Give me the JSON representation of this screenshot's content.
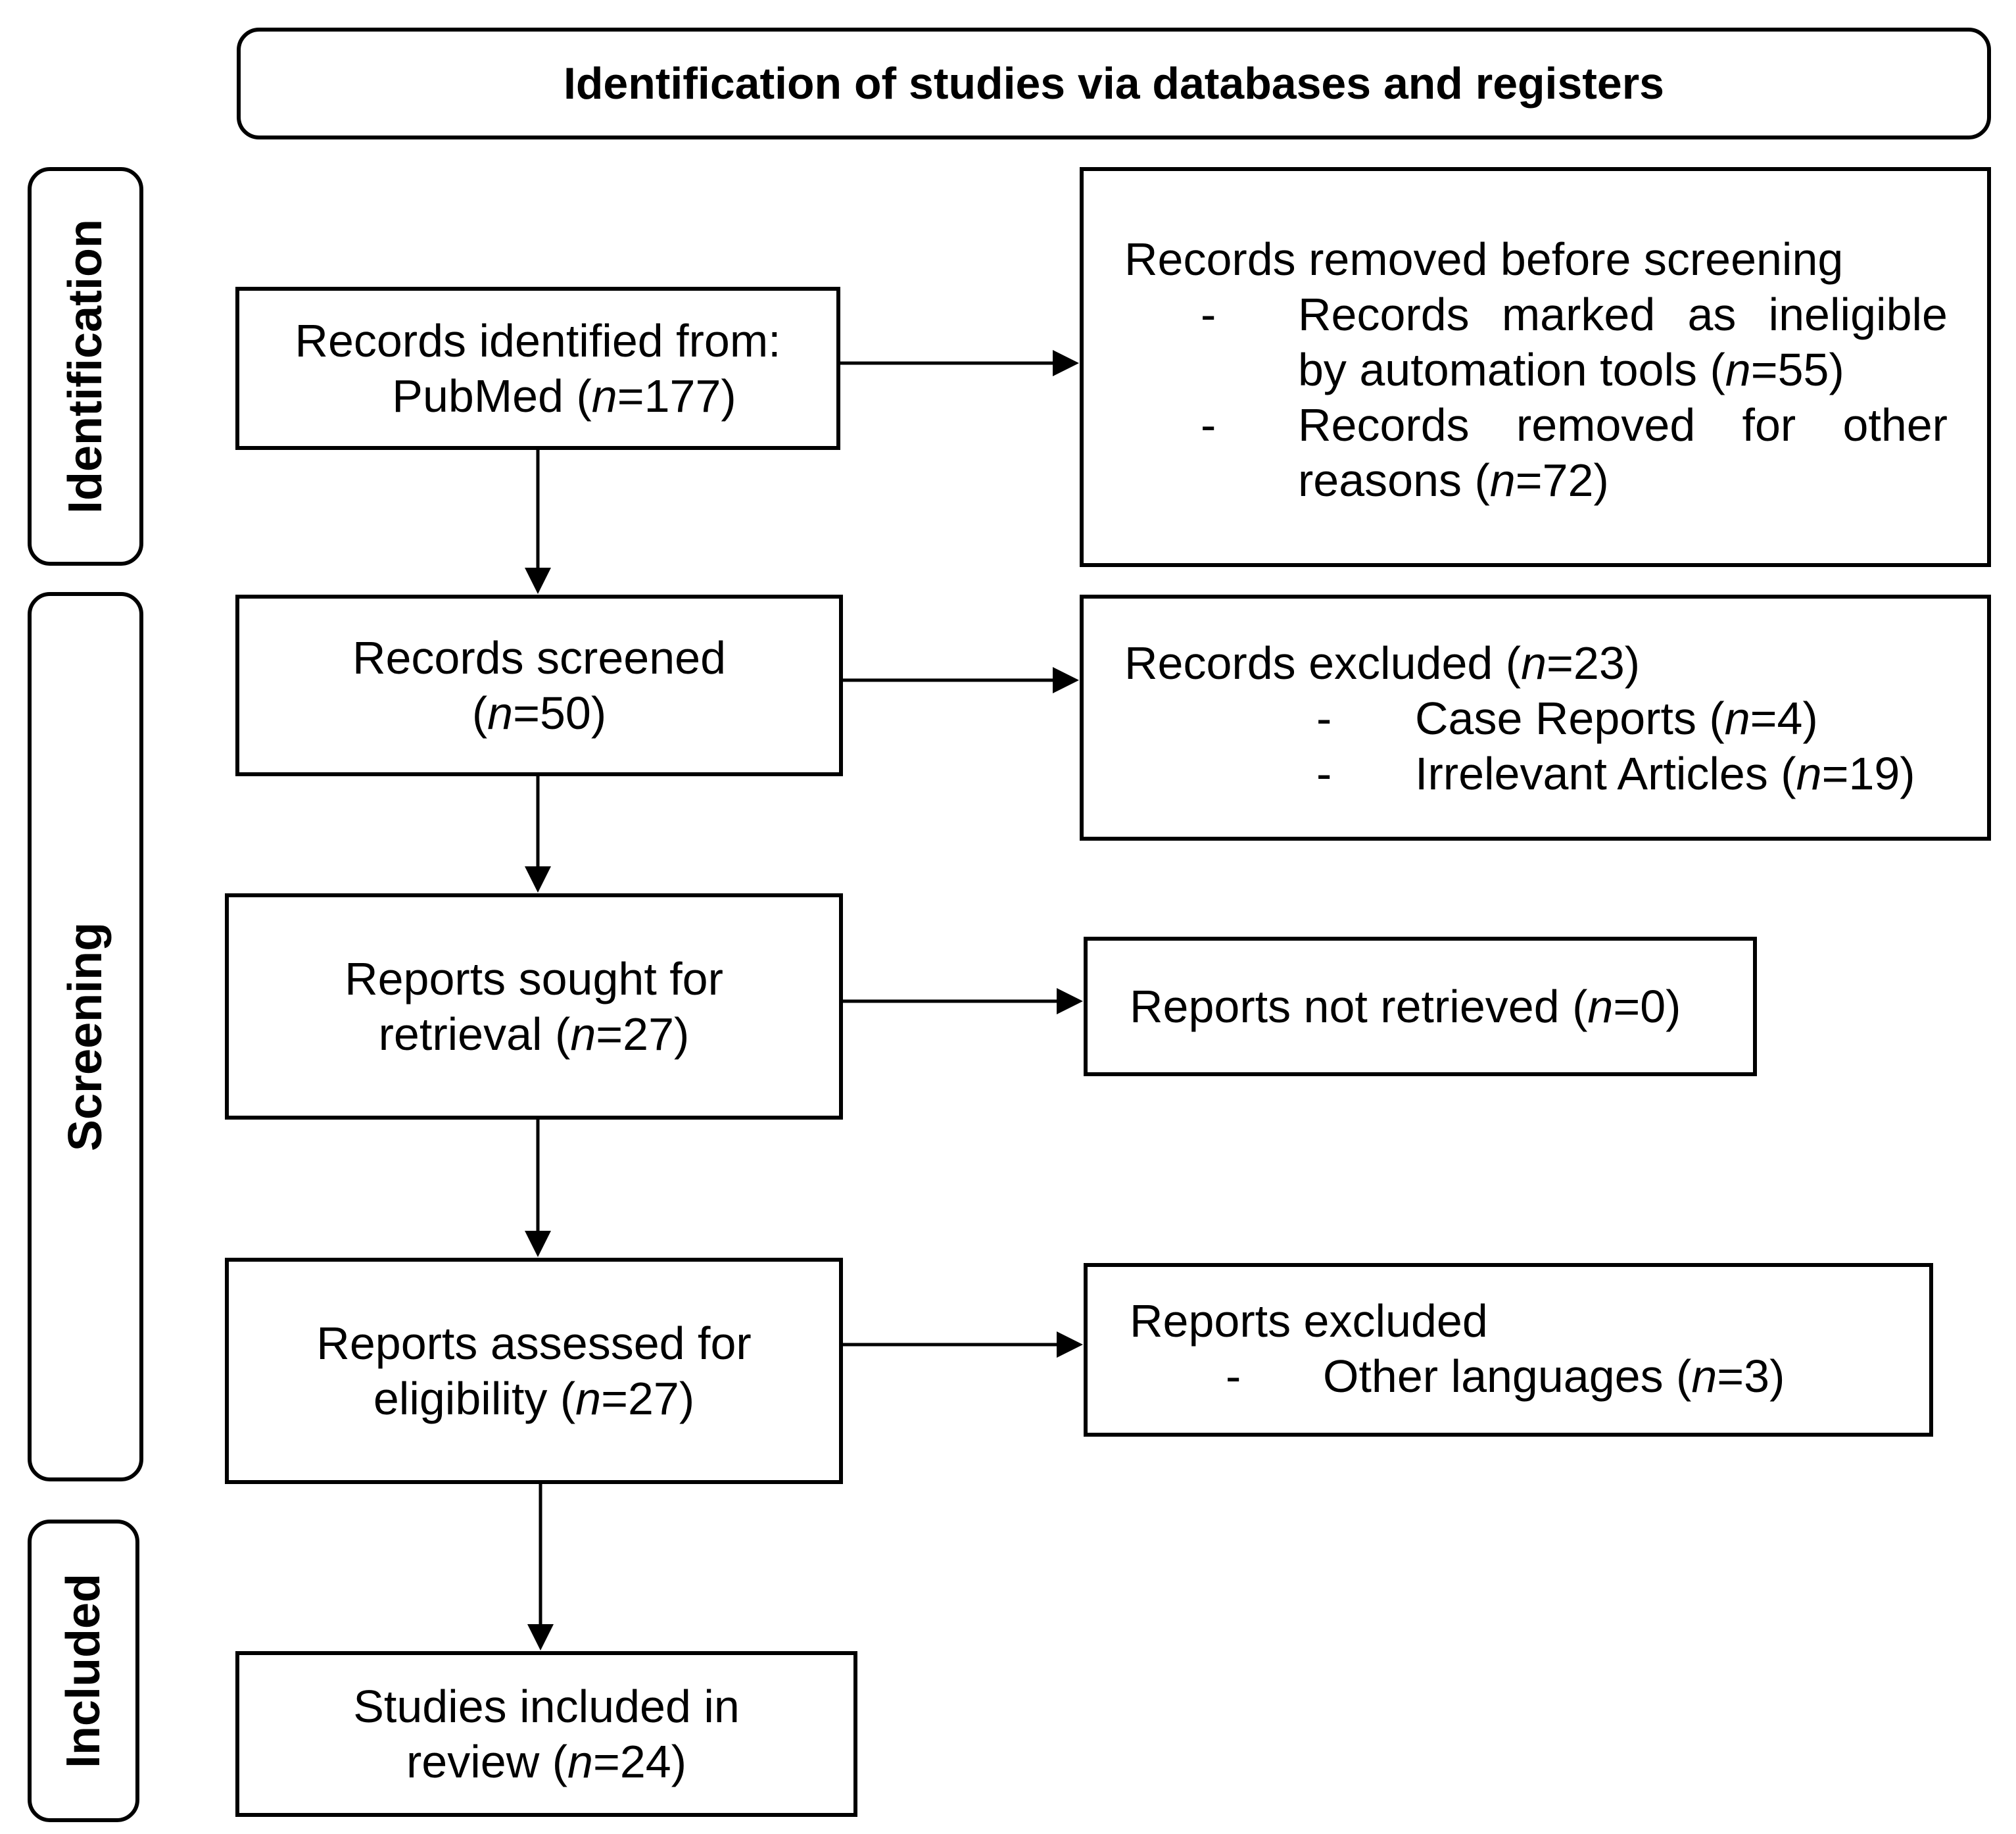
{
  "banner": "Identification of studies via databases and registers",
  "phases": {
    "identification": "Identification",
    "screening": "Screening",
    "included": "Included"
  },
  "boxes": {
    "identified": {
      "line1": "Records identified from:",
      "line2_pre": "PubMed (",
      "n": "n",
      "line2_post": "=177)"
    },
    "screened": {
      "line1": "Records screened",
      "line2_pre": "(",
      "n": "n",
      "line2_post": "=50)"
    },
    "sought": {
      "line1": "Reports sought for",
      "line2_pre": "retrieval (",
      "n": "n",
      "line2_post": "=27)"
    },
    "assessed": {
      "line1": "Reports assessed for",
      "line2_pre": "eligibility (",
      "n": "n",
      "line2_post": "=27)"
    },
    "included": {
      "line1": "Studies included in",
      "line2_pre": "review (",
      "n": "n",
      "line2_post": "=24)"
    }
  },
  "side_boxes": {
    "removed": {
      "title": "Records removed before screening",
      "dash": "-",
      "item1_line1": "Records marked as ineligible",
      "item1_line2_pre": "by automation tools (",
      "item1_n": "n",
      "item1_line2_post": "=55)",
      "item2_line1": "Records removed for other",
      "item2_line2_pre": "reasons (",
      "item2_n": "n",
      "item2_line2_post": "=72)"
    },
    "excluded": {
      "title_pre": "Records excluded (",
      "title_n": "n",
      "title_post": "=23)",
      "dash": "-",
      "item1_pre": "Case Reports (",
      "item1_n": "n",
      "item1_post": "=4)",
      "item2_pre": "Irrelevant Articles (",
      "item2_n": "n",
      "item2_post": "=19)"
    },
    "not_retrieved": {
      "pre": "Reports not retrieved (",
      "n": "n",
      "post": "=0)"
    },
    "reports_excluded": {
      "title": "Reports excluded",
      "dash": "-",
      "item1_pre": "Other languages (",
      "item1_n": "n",
      "item1_post": "=3)"
    }
  }
}
